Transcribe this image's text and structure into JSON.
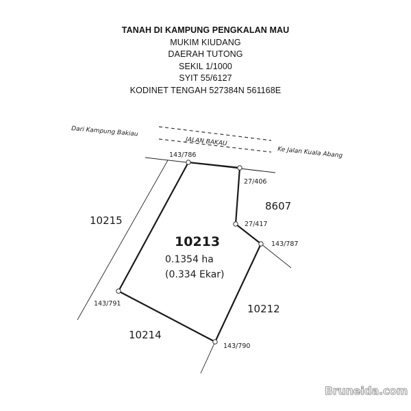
{
  "header": {
    "title": "TANAH DI KAMPUNG PENGKALAN MAU",
    "lines": [
      "MUKIM KIUDANG",
      "DAERAH TUTONG",
      "SEKIL 1/1000",
      "SYIT 55/6127",
      "KODINET TENGAH 527384N 561168E"
    ]
  },
  "road": {
    "name": "JALAN BAKAU",
    "from_label": "Dari Kampung Bakiau",
    "to_label": "Ke Jalan Kuala Abang"
  },
  "main_lot": {
    "number": "10213",
    "area_ha": "0.1354 ha",
    "area_acre": "(0.334 Ekar)"
  },
  "neighbour_lots": [
    "10215",
    "8607",
    "10212",
    "10214"
  ],
  "boundary_markers": [
    "143/786",
    "27/406",
    "27/417",
    "143/787",
    "143/790",
    "143/791"
  ],
  "watermark": "Bruneida.com",
  "colors": {
    "line": "#1a1a1a",
    "background": "#ffffff"
  }
}
